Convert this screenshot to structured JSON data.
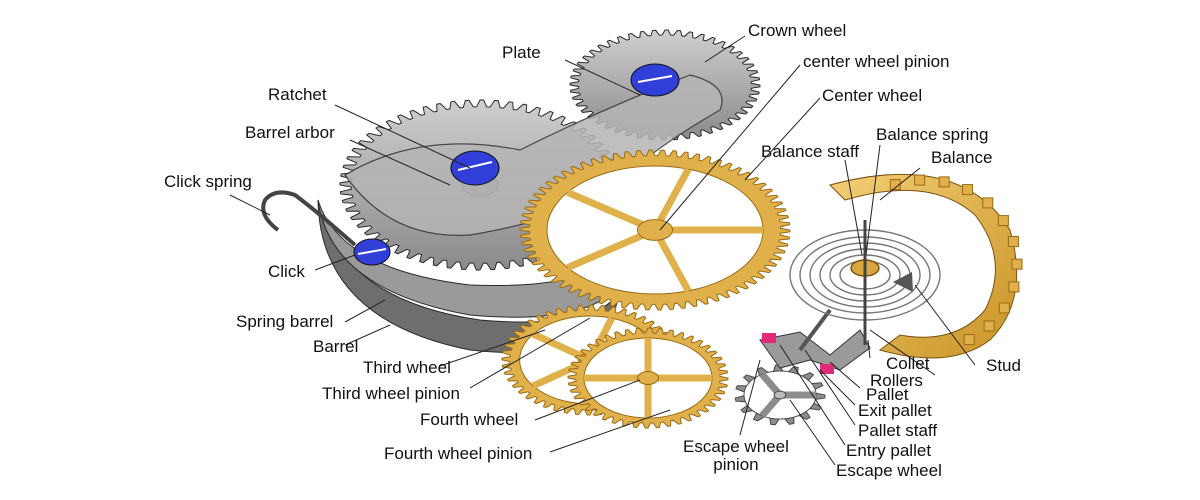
{
  "labels": {
    "crown_wheel": "Crown wheel",
    "plate": "Plate",
    "center_wheel_pinion": "center wheel pinion",
    "center_wheel": "Center wheel",
    "ratchet": "Ratchet",
    "barrel_arbor": "Barrel arbor",
    "balance_spring": "Balance spring",
    "balance_staff": "Balance staff",
    "balance": "Balance",
    "click_spring": "Click spring",
    "click": "Click",
    "spring_barrel": "Spring barrel",
    "barrel": "Barrel",
    "third_wheel": "Third wheel",
    "third_wheel_pinion": "Third wheel pinion",
    "fourth_wheel": "Fourth wheel",
    "fourth_wheel_pinion": "Fourth wheel pinion",
    "escape_wheel_pinion": "Escape wheel\npinion",
    "collet": "Collet",
    "rollers": "Rollers",
    "stud": "Stud",
    "pallet": "Pallet",
    "exit_pallet": "Exit pallet",
    "pallet_staff": "Pallet staff",
    "entry_pallet": "Entry pallet",
    "escape_wheel": "Escape wheel"
  },
  "colors": {
    "steel": "#8c8c8c",
    "steel_dark": "#4a4a4a",
    "brass": "#e0b04a",
    "brass_dark": "#9a6a14",
    "jewel_blue": "#2f3fd8",
    "pallet_pink": "#e02a7a"
  }
}
